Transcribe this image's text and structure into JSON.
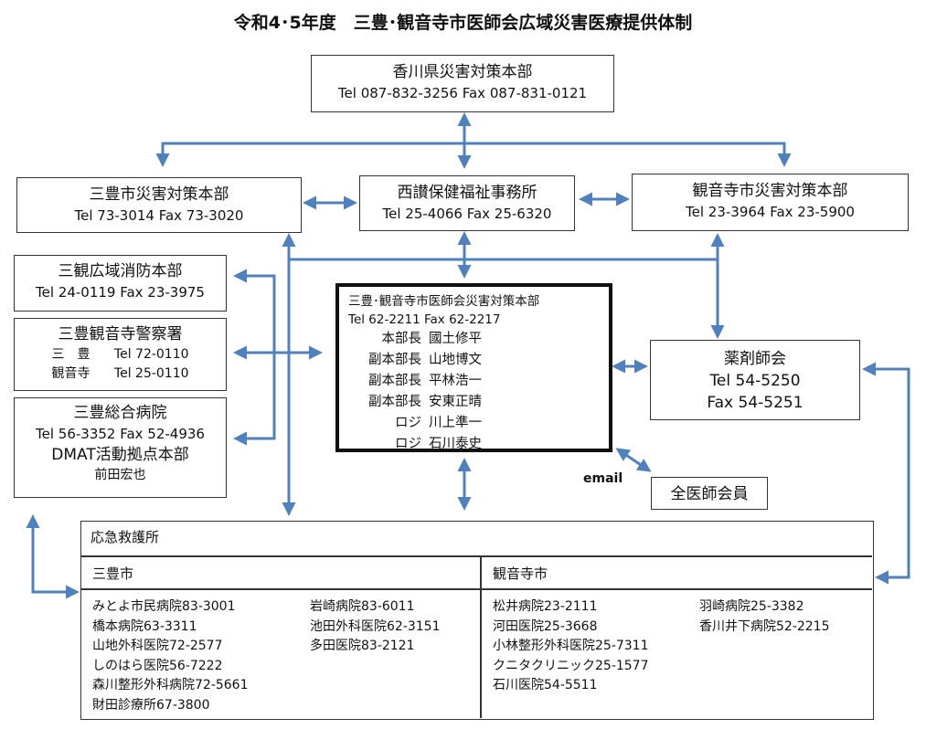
{
  "title": "令和4･5年度　三豊･観音寺市医師会広域災害医療提供体制",
  "kagawa": {
    "name": "香川県災害対策本部",
    "tel": "Tel 087-832-3256 Fax 087-831-0121"
  },
  "mitoyo_city": {
    "name": "三豊市災害対策本部",
    "tel": "Tel 73-3014 Fax 73-3020"
  },
  "seisan": {
    "name": "西讃保健福祉事務所",
    "tel": "Tel 25-4066 Fax 25-6320"
  },
  "kanonji_city": {
    "name": "観音寺市災害対策本部",
    "tel": "Tel 23-3964 Fax 23-5900"
  },
  "fire": {
    "name": "三観広域消防本部",
    "tel": "Tel 24-0119 Fax 23-3975"
  },
  "police": {
    "name": "三豊観音寺警察署",
    "row1_label": "三　豊",
    "row1_tel": "Tel 72-0110",
    "row2_label": "観音寺",
    "row2_tel": "Tel 25-0110"
  },
  "general_hospital": {
    "name": "三豊総合病院",
    "tel": "Tel 56-3352 Fax 52-4936",
    "dmat": "DMAT活動拠点本部",
    "person": "前田宏也"
  },
  "hq": {
    "name": "三豊･観音寺市医師会災害対策本部",
    "tel": "Tel 62-2211 Fax 62-2217",
    "members": [
      {
        "role": "本部長",
        "name": "國土修平"
      },
      {
        "role": "副本部長",
        "name": "山地博文"
      },
      {
        "role": "副本部長",
        "name": "平林浩一"
      },
      {
        "role": "副本部長",
        "name": "安東正晴"
      },
      {
        "role": "ロジ",
        "name": "川上準一"
      },
      {
        "role": "ロジ",
        "name": "石川泰史"
      }
    ]
  },
  "pharmacy": {
    "name": "薬剤師会",
    "tel": "Tel  54-5250",
    "fax": "Fax 54-5251"
  },
  "email_label": "email",
  "all_members": "全医師会員",
  "emergency": {
    "title": "応急救護所",
    "left_header": "三豊市",
    "right_header": "観音寺市",
    "mitoyo_col1": [
      "みとよ市民病院83-3001",
      "橋本病院63-3311",
      "山地外科医院72-2577",
      "しのはら医院56-7222",
      "森川整形外科病院72-5661",
      "財田診療所67-3800"
    ],
    "mitoyo_col2": [
      "岩崎病院83-6011",
      "池田外科医院62-3151",
      "多田医院83-2121"
    ],
    "kanonji_col1": [
      "松井病院23-2111",
      "河田医院25-3668",
      "小林整形外科医院25-7311",
      "クニタクリニック25-1577",
      "石川医院54-5511"
    ],
    "kanonji_col2": [
      "羽崎病院25-3382",
      "香川井下病院52-2215"
    ]
  },
  "colors": {
    "arrow": "#4f81bd",
    "border": "#333333"
  }
}
